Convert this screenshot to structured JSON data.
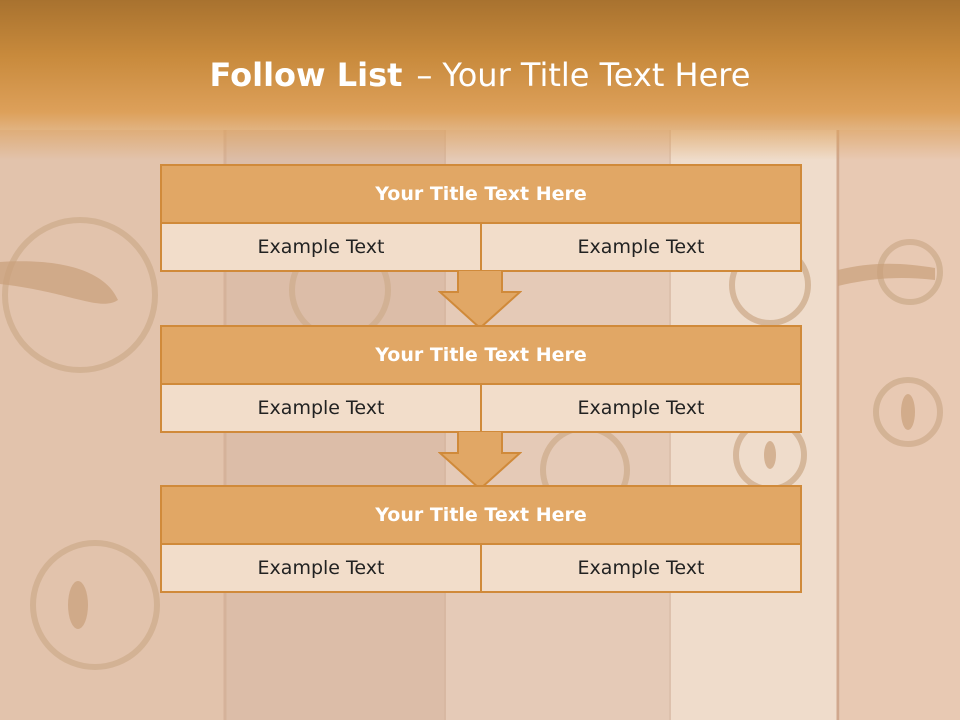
{
  "title": {
    "bold": "Follow List",
    "separator": "–",
    "rest": "Your Title Text Here"
  },
  "steps": [
    {
      "title": "Your Title Text Here",
      "left": "Example Text",
      "right": "Example Text"
    },
    {
      "title": "Your Title Text Here",
      "left": "Example Text",
      "right": "Example Text"
    },
    {
      "title": "Your Title Text Here",
      "left": "Example Text",
      "right": "Example Text"
    }
  ],
  "colors": {
    "header": "#c88a3c",
    "block_title_fill": "#e1a765",
    "block_border": "#d08a3a",
    "cell_fill": "#f2ddca"
  }
}
